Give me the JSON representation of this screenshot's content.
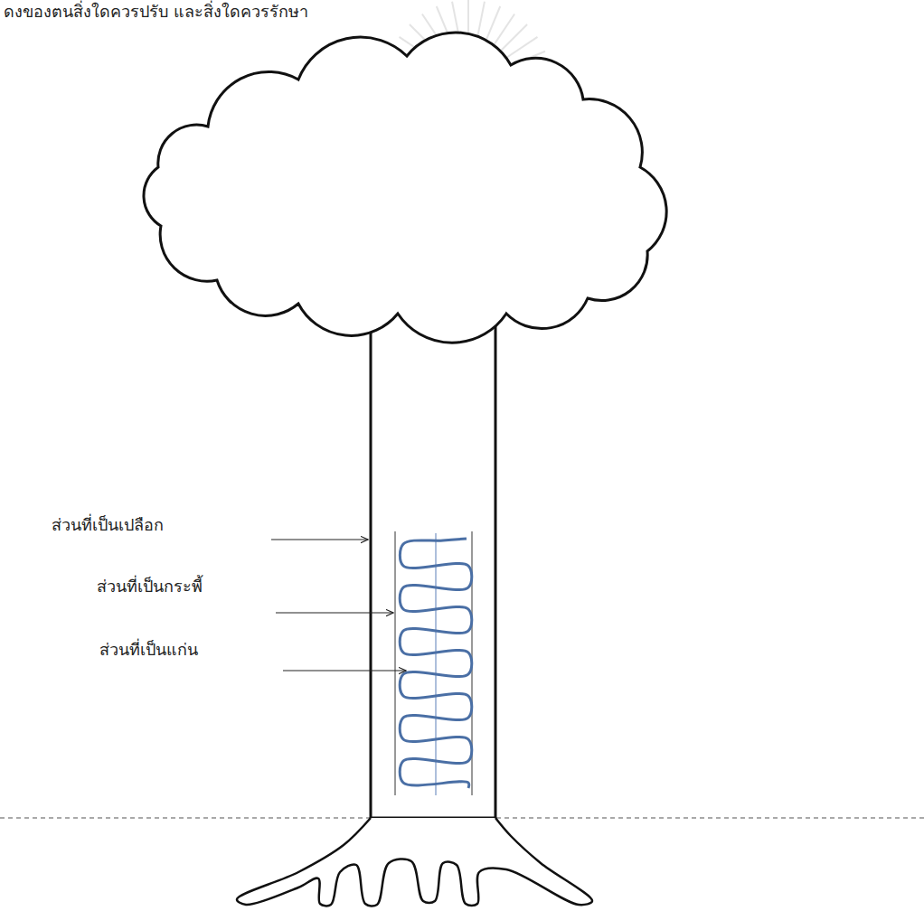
{
  "diagram": {
    "labels": [
      "ดงของตนสิ่งใดควรปรับ และสิ่งใดควรรักษา",
      "ส่วนที่เป็นเปลือก",
      "ส่วนที่เป็นกระพี้",
      "ส่วนที่เป็นแก่น"
    ]
  }
}
